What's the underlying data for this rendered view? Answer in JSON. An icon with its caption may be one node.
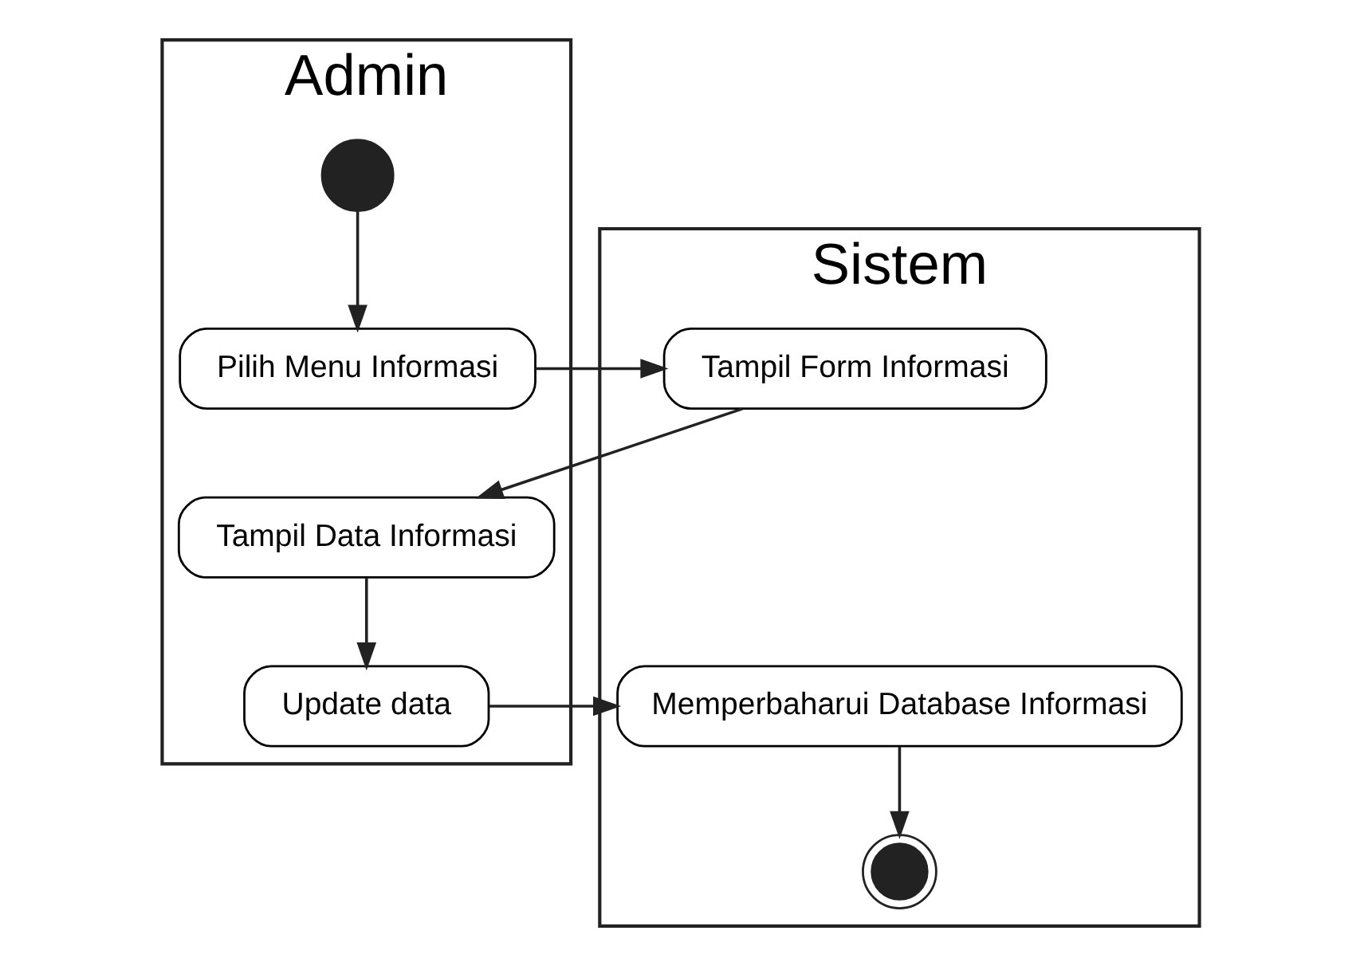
{
  "diagram": {
    "nodes": [
      {
        "text": [
          "Admin"
        ]
      },
      {
        "text": [
          "Sistem"
        ]
      },
      {
        "text": [],
        "shape": "circle",
        "in": 0
      },
      {
        "text": [
          "Pilih Menu Informasi"
        ],
        "in": 0
      },
      {
        "text": [
          "Tampil Form Informasi"
        ],
        "in": 1
      },
      {
        "text": [
          "Tampil Data Informasi"
        ],
        "in": 0
      },
      {
        "text": [
          "Update data"
        ],
        "in": 0
      },
      {
        "text": [
          "Memperbaharui Database Informasi"
        ],
        "in": 1
      },
      {
        "text": [],
        "shape": "circle",
        "in": 1
      }
    ],
    "edges": [
      {
        "from": 2,
        "to": 3,
        "arrow": "to"
      },
      {
        "from": 3,
        "to": 4,
        "arrow": "to"
      },
      {
        "from": 4,
        "to": 5,
        "arrow": "to"
      },
      {
        "from": 5,
        "to": 6,
        "arrow": "to"
      },
      {
        "from": 6,
        "to": 7,
        "arrow": "to"
      },
      {
        "from": 7,
        "to": 8,
        "arrow": "to"
      }
    ]
  }
}
